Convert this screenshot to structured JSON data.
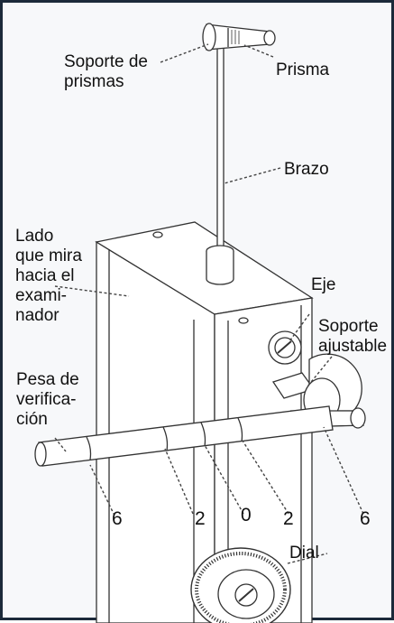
{
  "labels": {
    "prism_holder": "Soporte de\nprismas",
    "prism": "Prisma",
    "arm": "Brazo",
    "examiner_side": "Lado\nque mira\nhacia el\nexami-\nnador",
    "axis": "Eje",
    "adjustable_holder": "Soporte\najustable",
    "check_weight": "Pesa de\nverifica-\nción",
    "dial": "Dial"
  },
  "scale_marks": [
    "6",
    "2",
    "0",
    "2",
    "6"
  ],
  "colors": {
    "frame": "#1c2a3a",
    "background": "#f7f8fa",
    "line": "#333333"
  }
}
